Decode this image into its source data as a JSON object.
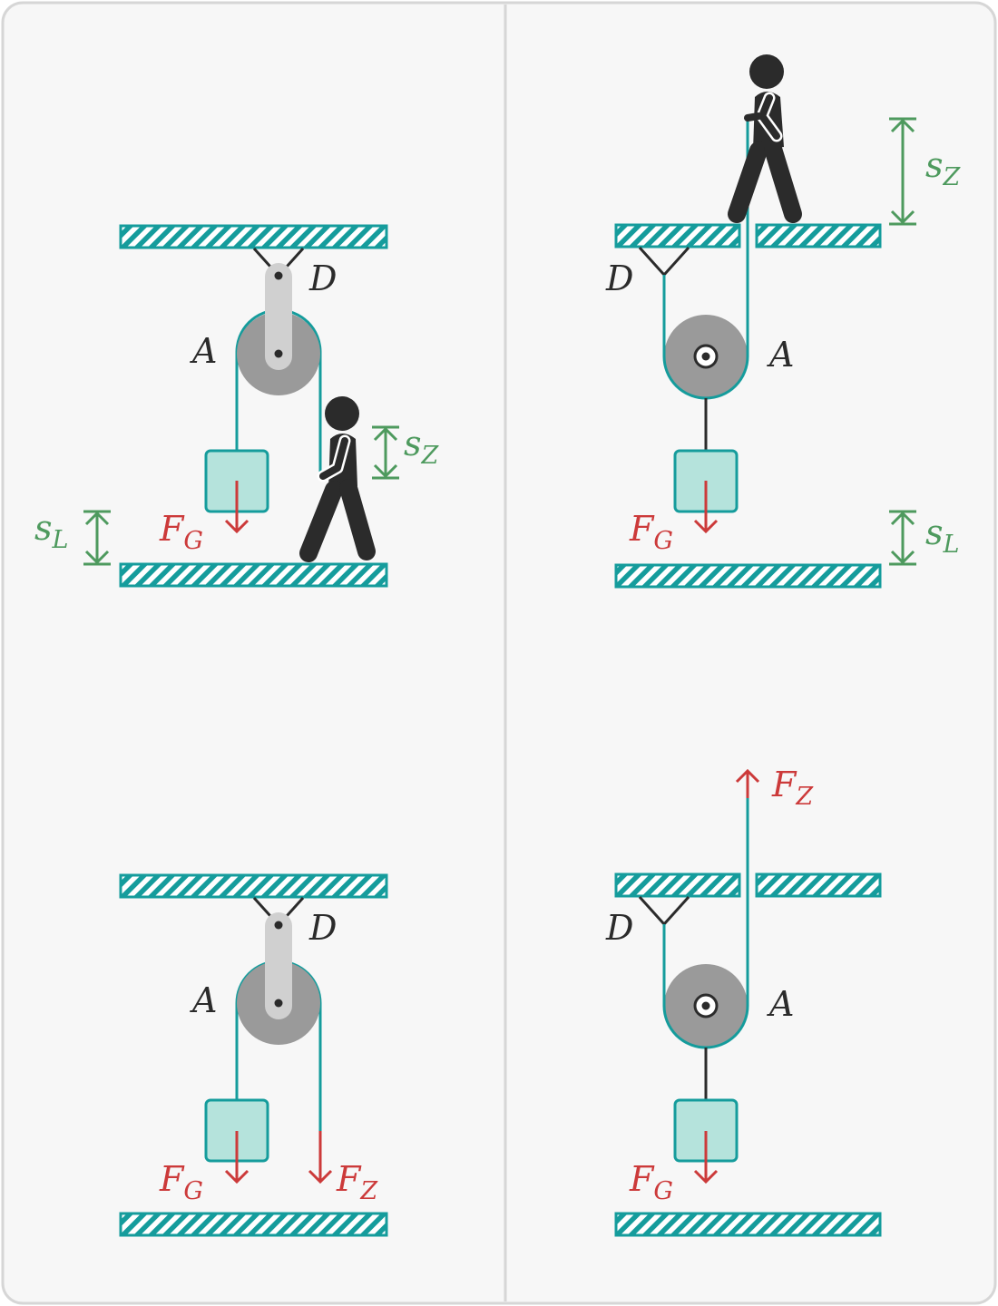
{
  "colors": {
    "background": "#f7f7f7",
    "frame": "#d6d6d6",
    "teal": "#159c9c",
    "teal_light": "#b5e3dc",
    "pulley": "#9a9a9a",
    "bracket": "#d0d0d0",
    "black": "#2b2b2b",
    "force_red": "#cc3a3a",
    "distance_green": "#4e9a5e"
  },
  "panels": {
    "top_left": {
      "label_D": "D",
      "label_A": "A",
      "force_G": {
        "main": "F",
        "sub": "G"
      },
      "dist_Z": {
        "main": "s",
        "sub": "Z"
      },
      "dist_L": {
        "main": "s",
        "sub": "L"
      },
      "person_icon": "walking-person-icon"
    },
    "top_right": {
      "label_D": "D",
      "label_A": "A",
      "force_G": {
        "main": "F",
        "sub": "G"
      },
      "dist_Z": {
        "main": "s",
        "sub": "Z"
      },
      "dist_L": {
        "main": "s",
        "sub": "L"
      },
      "person_icon": "walking-person-icon"
    },
    "bottom_left": {
      "label_D": "D",
      "label_A": "A",
      "force_G": {
        "main": "F",
        "sub": "G"
      },
      "force_Z": {
        "main": "F",
        "sub": "Z"
      }
    },
    "bottom_right": {
      "label_D": "D",
      "label_A": "A",
      "force_G": {
        "main": "F",
        "sub": "G"
      },
      "force_Z": {
        "main": "F",
        "sub": "Z"
      }
    }
  }
}
